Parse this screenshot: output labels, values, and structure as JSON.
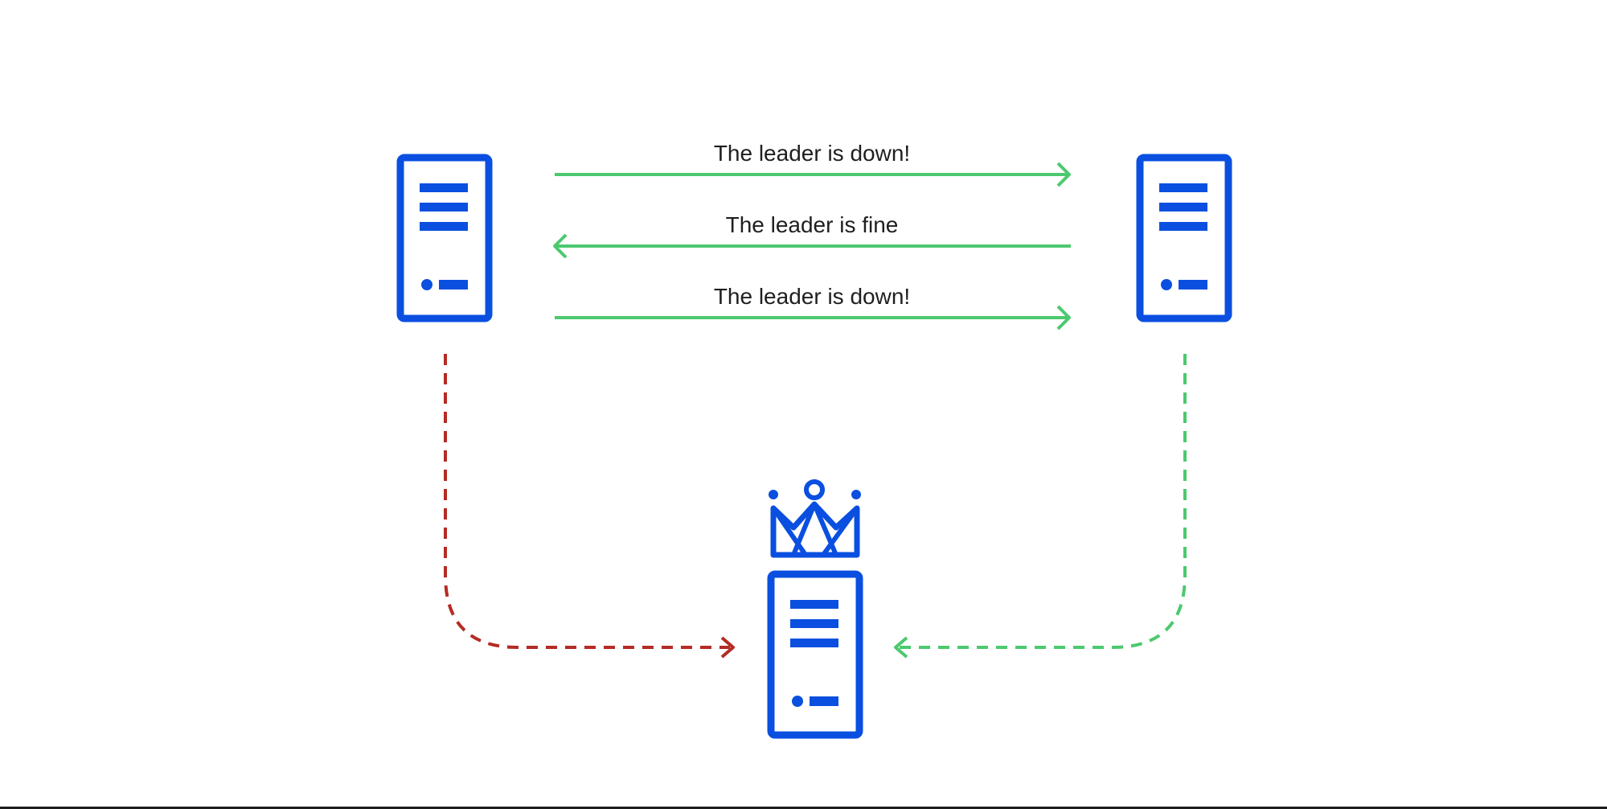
{
  "messages": [
    {
      "text": "The leader is down!",
      "direction": "right"
    },
    {
      "text": "The leader is fine",
      "direction": "left"
    },
    {
      "text": "The leader is down!",
      "direction": "right"
    }
  ],
  "nodes": [
    {
      "icon": "server-icon"
    },
    {
      "icon": "server-icon"
    },
    {
      "icon": "server-icon",
      "badge": "crown-icon"
    }
  ],
  "colors": {
    "server": "#0a4fe0",
    "message_arrow": "#4cc96f",
    "vote_failed": "#b42b25",
    "vote_ok": "#4cc96f",
    "text": "#1f1f1f",
    "baseline": "#1c1c1c"
  }
}
